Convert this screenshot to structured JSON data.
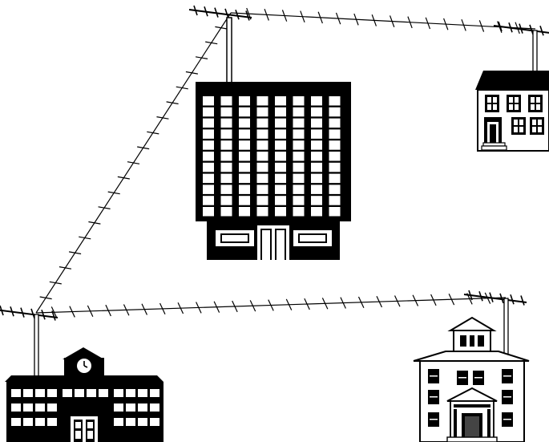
{
  "diagram": {
    "colors": {
      "ink": "#000000",
      "paper": "#ffffff",
      "link": "#000000"
    },
    "nodes": [
      {
        "id": "office-tower",
        "icon": "office-tower-icon"
      },
      {
        "id": "house",
        "icon": "house-icon"
      },
      {
        "id": "school",
        "icon": "school-icon"
      },
      {
        "id": "courthouse",
        "icon": "courthouse-icon"
      }
    ],
    "links": [
      {
        "from": "office-tower",
        "to": "house"
      },
      {
        "from": "office-tower",
        "to": "school"
      },
      {
        "from": "school",
        "to": "courthouse"
      }
    ]
  }
}
